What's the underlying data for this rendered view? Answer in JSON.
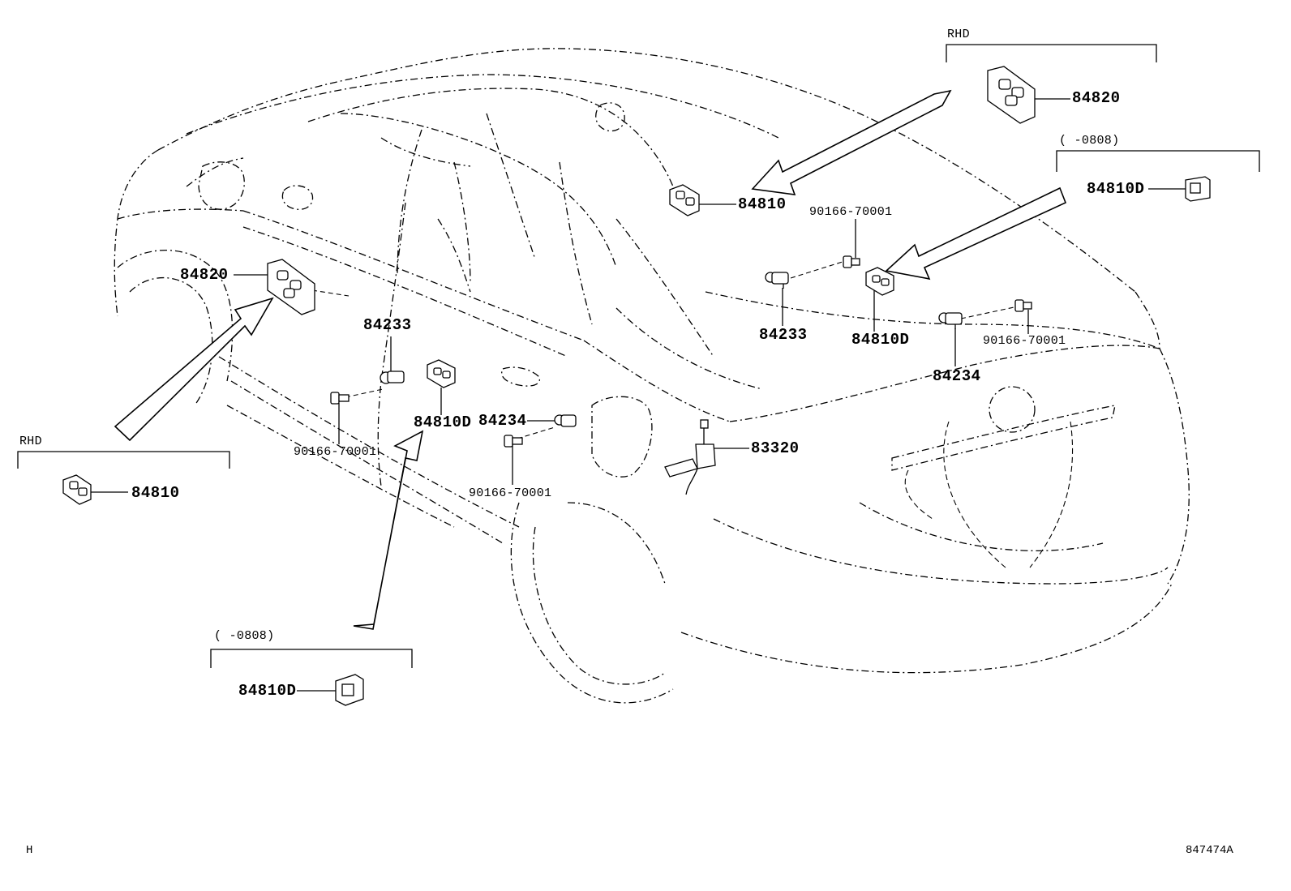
{
  "diagram": {
    "part_labels": {
      "p84820_rhd": "84820",
      "p84810_top": "84810",
      "p90166_top": "90166-70001",
      "p84810D_top_ctx": "84810D",
      "p84810D_rhs": "84810D",
      "p84233_right": "84233",
      "p84234_right": "84234",
      "p90166_right": "90166-70001",
      "p84820_left": "84820",
      "p84233_left": "84233",
      "p84810D_mid": "84810D",
      "p84234_mid": "84234",
      "p90166_left": "90166-70001",
      "p90166_bottom": "90166-70001",
      "p83320": "83320",
      "p84810_rhd_left": "84810",
      "p84810D_bottom": "84810D"
    },
    "brackets": {
      "rhd_top": "RHD",
      "rhd_left": "RHD",
      "range_top": "(      -0808)",
      "range_bottom": "(      -0808)"
    },
    "corner_left": "H",
    "figure_id": "847474A"
  },
  "icons": [
    "switch-assembly-icon",
    "lock-switch-icon",
    "screw-icon",
    "courtesy-switch-icon",
    "fuel-opener-icon",
    "direction-arrow-icon"
  ]
}
